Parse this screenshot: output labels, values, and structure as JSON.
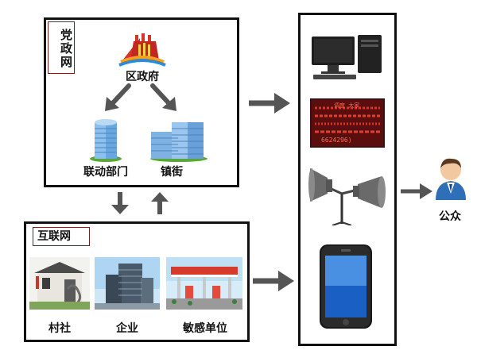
{
  "party_network": {
    "tag": "党政网",
    "district_gov": "区政府",
    "joint_dept": "联动部门",
    "town_street": "镇街"
  },
  "internet": {
    "tag": "互联网",
    "village": "村社",
    "enterprise": "企业",
    "sensitive_unit": "敏感单位"
  },
  "output": {
    "led_text_line1": "调度  大家",
    "led_text_line2": "6624296)"
  },
  "public_label": "公众"
}
